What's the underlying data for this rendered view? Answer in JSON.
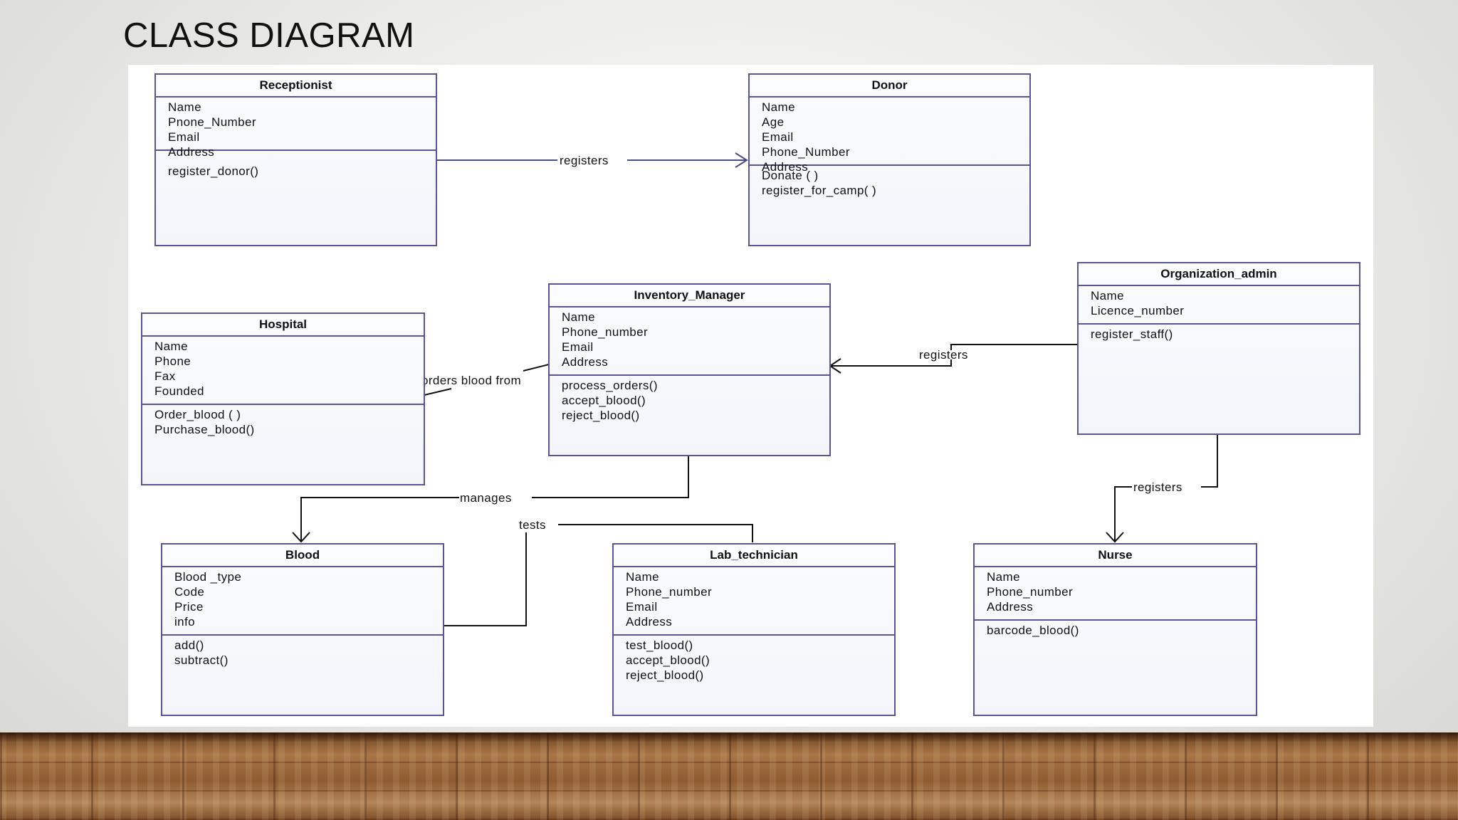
{
  "slide": {
    "title": "CLASS DIAGRAM"
  },
  "classes": {
    "receptionist": {
      "name": "Receptionist",
      "attributes": [
        "Name",
        "Pnone_Number",
        "Email",
        "Address"
      ],
      "methods": [
        "register_donor()"
      ]
    },
    "donor": {
      "name": "Donor",
      "attributes": [
        "Name",
        "Age",
        "Email",
        "Phone_Number",
        "Address"
      ],
      "methods": [
        "Donate ( )",
        "register_for_camp( )"
      ]
    },
    "hospital": {
      "name": "Hospital",
      "attributes": [
        "Name",
        "Phone",
        "Fax",
        "Founded"
      ],
      "methods": [
        "Order_blood ( )",
        "Purchase_blood()"
      ]
    },
    "inventory_manager": {
      "name": "Inventory_Manager",
      "attributes": [
        "Name",
        "Phone_number",
        "Email",
        "Address"
      ],
      "methods": [
        "process_orders()",
        "accept_blood()",
        "reject_blood()"
      ]
    },
    "organization_admin": {
      "name": "Organization_admin",
      "attributes": [
        "Name",
        "Licence_number"
      ],
      "methods": [
        "register_staff()"
      ]
    },
    "blood": {
      "name": "Blood",
      "attributes": [
        "Blood _type",
        "Code",
        "Price",
        "info"
      ],
      "methods": [
        "add()",
        "subtract()"
      ]
    },
    "lab_technician": {
      "name": "Lab_technician",
      "attributes": [
        "Name",
        "Phone_number",
        "Email",
        "Address"
      ],
      "methods": [
        "test_blood()",
        "accept_blood()",
        "reject_blood()"
      ]
    },
    "nurse": {
      "name": "Nurse",
      "attributes": [
        "Name",
        "Phone_number",
        "Address"
      ],
      "methods": [
        "barcode_blood()"
      ]
    }
  },
  "relations": {
    "receptionist_donor": "registers",
    "hospital_inventory": "orders blood from",
    "admin_inventory": "registers",
    "inventory_blood": "manages",
    "lab_blood": "tests",
    "admin_nurse": "registers"
  },
  "colors": {
    "class_border": "#5a5499",
    "connector": "#4b4b87",
    "line": "#111111"
  }
}
